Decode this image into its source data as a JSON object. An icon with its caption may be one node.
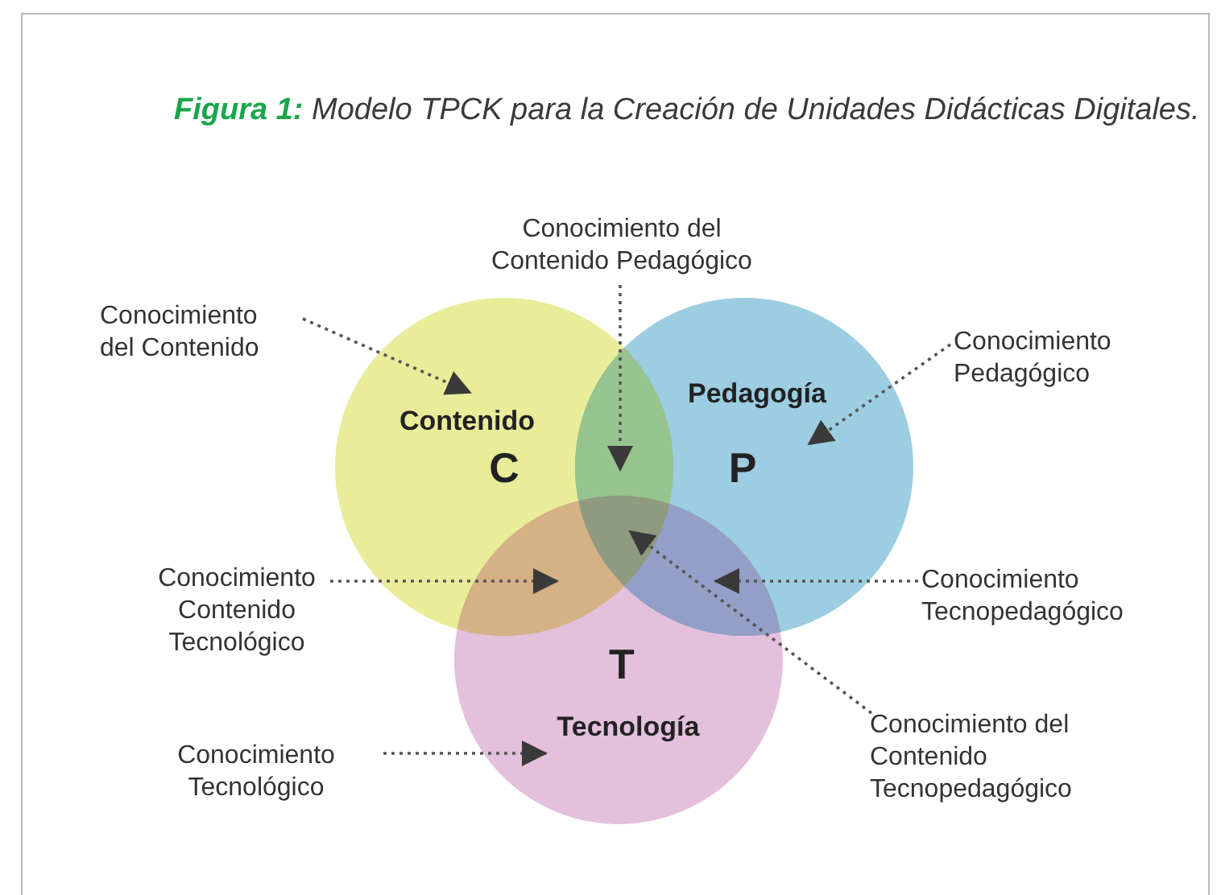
{
  "diagram": {
    "title": "**Figura 1:** Modelo TPCK para la Creación de Unidades Didácticas Digitales.",
    "nodes": [
      {
        "text": [
          "Conocimiento del Contenido Pedagógico"
        ]
      },
      {
        "text": [
          "Conocimiento del Contenido"
        ]
      },
      {
        "text": [
          "Conocimiento Pedagógico"
        ]
      },
      {
        "text": [
          "Contenido",
          "C"
        ]
      },
      {
        "text": [
          "Pedagogía",
          "P"
        ]
      },
      {
        "text": [
          "T",
          "Tecnología"
        ]
      },
      {
        "text": [
          "Conocimiento Contenido Tecnológico"
        ]
      },
      {
        "text": [
          "Conocimiento Tecnopedagógico"
        ]
      },
      {
        "text": [
          "Conocimiento del Contenido Tecnopedagógico"
        ]
      },
      {
        "text": [
          "Conocimiento Tecnológico"
        ]
      },
      {
        "text": [],
        "shape": "lens"
      },
      {
        "text": [],
        "shape": "lens"
      },
      {
        "text": [],
        "shape": "lens"
      },
      {
        "text": [],
        "shape": "triangle"
      }
    ],
    "edges": [
      {
        "from": 0,
        "to": 10,
        "arrow": "to"
      },
      {
        "from": 1,
        "to": 3,
        "arrow": "to"
      },
      {
        "from": 2,
        "to": 4,
        "arrow": "to"
      },
      {
        "from": 6,
        "to": 11,
        "arrow": "to"
      },
      {
        "from": 7,
        "to": 12,
        "arrow": "to"
      },
      {
        "from": 8,
        "to": 13,
        "arrow": "to"
      },
      {
        "from": 9,
        "to": 5,
        "arrow": "to"
      }
    ]
  }
}
